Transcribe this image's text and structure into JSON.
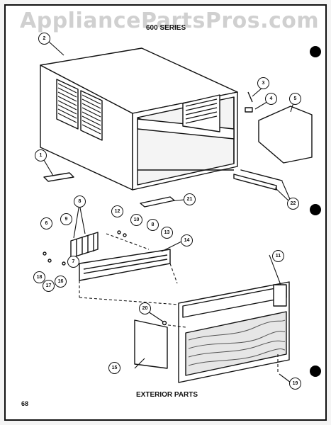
{
  "header": {
    "watermark": "AppliancePartsPros.com",
    "series_title": "600 SERIES"
  },
  "footer": {
    "caption": "EXTERIOR PARTS",
    "page_number": "68"
  },
  "callouts": [
    {
      "id": "c1",
      "label": "1"
    },
    {
      "id": "c2",
      "label": "2"
    },
    {
      "id": "c3",
      "label": "3"
    },
    {
      "id": "c4",
      "label": "4"
    },
    {
      "id": "c5",
      "label": "5"
    },
    {
      "id": "c6",
      "label": "6"
    },
    {
      "id": "c7",
      "label": "7"
    },
    {
      "id": "c8a",
      "label": "8"
    },
    {
      "id": "c8b",
      "label": "8"
    },
    {
      "id": "c9",
      "label": "9"
    },
    {
      "id": "c10",
      "label": "10"
    },
    {
      "id": "c11",
      "label": "11"
    },
    {
      "id": "c12",
      "label": "12"
    },
    {
      "id": "c13",
      "label": "13"
    },
    {
      "id": "c14",
      "label": "14"
    },
    {
      "id": "c15",
      "label": "15"
    },
    {
      "id": "c16",
      "label": "16"
    },
    {
      "id": "c17",
      "label": "17"
    },
    {
      "id": "c18",
      "label": "18"
    },
    {
      "id": "c19",
      "label": "19"
    },
    {
      "id": "c20",
      "label": "20"
    },
    {
      "id": "c21",
      "label": "21"
    },
    {
      "id": "c22",
      "label": "22"
    }
  ]
}
